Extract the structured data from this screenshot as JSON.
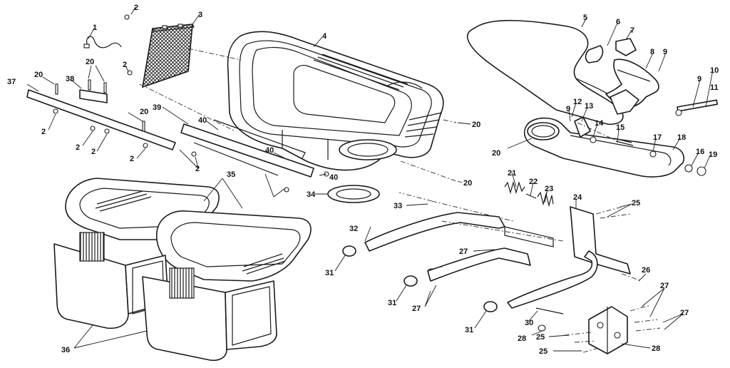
{
  "callouts": [
    {
      "id": "c2a",
      "text": "2"
    },
    {
      "id": "c3",
      "text": "3"
    },
    {
      "id": "c1",
      "text": "1"
    },
    {
      "id": "c2b",
      "text": "2"
    },
    {
      "id": "c4",
      "text": "4"
    },
    {
      "id": "c5",
      "text": "5"
    },
    {
      "id": "c6",
      "text": "6"
    },
    {
      "id": "c7",
      "text": "7"
    },
    {
      "id": "c8",
      "text": "8"
    },
    {
      "id": "c9a",
      "text": "9"
    },
    {
      "id": "c9b",
      "text": "9"
    },
    {
      "id": "c10",
      "text": "10"
    },
    {
      "id": "c11",
      "text": "11"
    },
    {
      "id": "c12",
      "text": "12"
    },
    {
      "id": "c13",
      "text": "13"
    },
    {
      "id": "c9c",
      "text": "9"
    },
    {
      "id": "c14",
      "text": "14"
    },
    {
      "id": "c15",
      "text": "15"
    },
    {
      "id": "c17",
      "text": "17"
    },
    {
      "id": "c18",
      "text": "18"
    },
    {
      "id": "c16",
      "text": "16"
    },
    {
      "id": "c19",
      "text": "19"
    },
    {
      "id": "c20a",
      "text": "20"
    },
    {
      "id": "c20b",
      "text": "20"
    },
    {
      "id": "c20c",
      "text": "20"
    },
    {
      "id": "c20d",
      "text": "20"
    },
    {
      "id": "c20e",
      "text": "20"
    },
    {
      "id": "c20f",
      "text": "20"
    },
    {
      "id": "c37",
      "text": "37"
    },
    {
      "id": "c38",
      "text": "38"
    },
    {
      "id": "c2c",
      "text": "2"
    },
    {
      "id": "c2d",
      "text": "2"
    },
    {
      "id": "c2e",
      "text": "2"
    },
    {
      "id": "c2f",
      "text": "2"
    },
    {
      "id": "c2g",
      "text": "2"
    },
    {
      "id": "c39",
      "text": "39"
    },
    {
      "id": "c40a",
      "text": "40"
    },
    {
      "id": "c40b",
      "text": "40"
    },
    {
      "id": "c40c",
      "text": "40"
    },
    {
      "id": "c35",
      "text": "35"
    },
    {
      "id": "c34",
      "text": "34"
    },
    {
      "id": "c21",
      "text": "21"
    },
    {
      "id": "c22",
      "text": "22"
    },
    {
      "id": "c23",
      "text": "23"
    },
    {
      "id": "c33",
      "text": "33"
    },
    {
      "id": "c24",
      "text": "24"
    },
    {
      "id": "c25a",
      "text": "25"
    },
    {
      "id": "c32",
      "text": "32"
    },
    {
      "id": "c27a",
      "text": "27"
    },
    {
      "id": "c31a",
      "text": "31"
    },
    {
      "id": "c26a",
      "text": "26"
    },
    {
      "id": "c31b",
      "text": "31"
    },
    {
      "id": "c27b",
      "text": "27"
    },
    {
      "id": "c27c",
      "text": "27"
    },
    {
      "id": "c27d",
      "text": "27"
    },
    {
      "id": "c31c",
      "text": "31"
    },
    {
      "id": "c30",
      "text": "30"
    },
    {
      "id": "c28a",
      "text": "28"
    },
    {
      "id": "c25b",
      "text": "25"
    },
    {
      "id": "c25c",
      "text": "25"
    },
    {
      "id": "c28b",
      "text": "28"
    },
    {
      "id": "c36",
      "text": "36"
    }
  ]
}
